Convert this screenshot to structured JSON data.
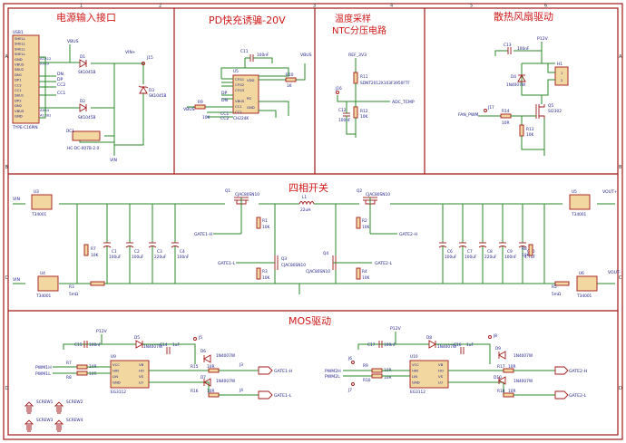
{
  "sections": {
    "power_input": "电源输入接口",
    "pd_trigger": "PD快充诱骗-20V",
    "temp_sampling_line1": "温度采样",
    "temp_sampling_line2": "NTC分压电路",
    "fan_drive": "散热风扇驱动",
    "four_switch": "四相开关",
    "mos_drive": "MOS驱动"
  },
  "grid": {
    "columns": [
      "1",
      "2",
      "3",
      "4",
      "5",
      "6"
    ],
    "rows": [
      "A",
      "B",
      "C",
      "D"
    ]
  },
  "power_input": {
    "usb_ref": "USB1",
    "usb_type": "TYPE-C16PIN",
    "usb_pins": [
      "SHELL",
      "SHELL",
      "SHELL",
      "SHELL",
      "GND",
      "VBUS",
      "SBU2",
      "DN1",
      "DP1",
      "CC2",
      "CC1",
      "SBU1",
      "DP2",
      "DN2",
      "VBUS",
      "GND"
    ],
    "usb_pin_numbers": [
      "",
      "",
      "",
      "",
      "A1B12",
      "A4B9",
      "",
      "",
      "",
      "",
      "",
      "",
      "",
      "",
      "A9B4",
      "A12B1"
    ],
    "nets": {
      "vbus": "VBUS",
      "dn": "DN",
      "dp": "DP",
      "cc2": "CC2",
      "cc1": "CC1",
      "vin": "VIN",
      "vinp": "VIN+"
    },
    "d1_ref": "D1",
    "d1_val": "SK1045B",
    "d2_ref": "D2",
    "d2_val": "SK1045B",
    "d3_ref": "D3",
    "d3_val": "SK1045B",
    "j15": "J15",
    "dc_ref": "DC1",
    "dc_val": "HC-DC-007B-2.0"
  },
  "pd_trigger": {
    "u_ref": "U5",
    "u_val": "CH224K",
    "pins_left": [
      "CFG1",
      "CFG2",
      "CFG3",
      "",
      "VBUS",
      "CC1",
      "CC2"
    ],
    "pins_right": [
      "VDD",
      "",
      "PG",
      "GND"
    ],
    "c_ref": "C11",
    "c_val": "100nF",
    "r10_ref": "R10",
    "r10_val": "1K",
    "r9_ref": "R9",
    "r9_val": "10K",
    "nets": {
      "vbus": "VBUS",
      "vbus2": "VBUS",
      "dp": "DP",
      "dn": "DN",
      "cc1": "CC1",
      "cc2": "CC2"
    }
  },
  "temp_sampling": {
    "net_ref": "REF_3V3",
    "r11_ref": "R11",
    "r11_val": "SDNT2012X103F3950FTF",
    "j16": "J16",
    "c12_ref": "C12",
    "c12_val": "100nF",
    "r12_ref": "R12",
    "r12_val": "10K",
    "adc_net": "ADC_TEMP"
  },
  "fan_drive": {
    "net_p12": "P12V",
    "c13_ref": "C13",
    "c13_val": "100nF",
    "d4_ref": "D4",
    "d4_val": "1N4007W",
    "h1_ref": "H1",
    "h1_pins": [
      "1",
      "2"
    ],
    "q5_ref": "Q5",
    "q5_val": "SI2302",
    "r14_ref": "R14",
    "r14_val": "10R",
    "r13_ref": "R13",
    "r13_val": "10K",
    "j17": "J17",
    "fan_net": "FAN_PWM"
  },
  "four_switch": {
    "u3_ref": "U3",
    "u3_val": "T34001",
    "u4_ref": "U4",
    "u4_val": "T34001",
    "u5_ref": "U5",
    "u5_val": "T34001",
    "u6_ref": "U6",
    "u6_val": "T34001",
    "r3_ref": "R3",
    "r3_val": "5mΩ",
    "r5_ref": "R5",
    "r5_val": "5mΩ",
    "q1_ref": "Q1",
    "q1_val": "CJAC80SN10",
    "q2_ref": "Q2",
    "q2_val": "CJAC80SN10",
    "q3_ref": "Q3",
    "q3_val": "CJAC80SN10",
    "q4_ref": "Q4",
    "q4_val": "CJAC80SN10",
    "l1_ref": "L1",
    "l1_val": "22uH",
    "r_gate": [
      {
        "ref": "R1",
        "val": "10K"
      },
      {
        "ref": "R2",
        "val": "10K"
      },
      {
        "ref": "R3",
        "val": "10K"
      },
      {
        "ref": "R4",
        "val": "10K"
      }
    ],
    "r7_ref": "R7",
    "r7_val": "10K",
    "r8_ref": "R8",
    "r8_val": "10K",
    "caps_left": [
      {
        "ref": "C1",
        "val": "100uF"
      },
      {
        "ref": "C2",
        "val": "100uF"
      },
      {
        "ref": "C3",
        "val": "220uF"
      },
      {
        "ref": "C4",
        "val": "100nF"
      }
    ],
    "caps_right": [
      {
        "ref": "C6",
        "val": "100uF"
      },
      {
        "ref": "C7",
        "val": "100uF"
      },
      {
        "ref": "C8",
        "val": "220uF"
      },
      {
        "ref": "C9",
        "val": "100nF"
      },
      {
        "ref": "C10",
        "val": "4.7uF"
      }
    ],
    "nets": {
      "vin": "VIN",
      "vin2": "VIN",
      "vout_p": "VOUT+",
      "vout_m": "VOUT-",
      "gate1h": "GATE1-H",
      "gate1l": "GATE1-L",
      "gate2h": "GATE2-H",
      "gate2l": "GATE2-L"
    }
  },
  "mos_drive": {
    "left": {
      "u_ref": "U9",
      "u_val": "EG3112",
      "pins_left": [
        "VCC",
        "HIN",
        "LIN",
        "GND"
      ],
      "pins_right": [
        "VB",
        "HO",
        "VS",
        "LO"
      ],
      "p12": "P12V",
      "c_vcc_ref": "C15",
      "c_vcc_val": "100nF",
      "c_boot_ref": "C14",
      "c_boot_val": "1uF",
      "d_boot_ref": "D5",
      "d_boot_val": "1N4007W",
      "pwm_h": "PWM1H",
      "pwm_l": "PWM1L",
      "r_h_ref": "R7",
      "r_h_val": "10R",
      "r_l_ref": "R8",
      "r_l_val": "10R",
      "d6_ref": "D6",
      "d6_val": "1N4007W",
      "d7_ref": "D7",
      "d7_val": "1N4007W",
      "r15_ref": "R15",
      "r15_val": "10R",
      "r16_ref": "R16",
      "r16_val": "10R",
      "j3": "J3",
      "j4": "J4",
      "j5": "J5",
      "gate_h": "GATE1-H",
      "gate_l": "GATE1-L"
    },
    "right": {
      "u_ref": "U10",
      "u_val": "EG3112",
      "pins_left": [
        "VCC",
        "HIN",
        "LIN",
        "GND"
      ],
      "pins_right": [
        "VB",
        "HO",
        "VS",
        "LO"
      ],
      "p12": "P12V",
      "c_vcc_ref": "C17",
      "c_vcc_val": "100nF",
      "c_boot_ref": "C16",
      "c_boot_val": "1uF",
      "d_boot_ref": "D8",
      "d_boot_val": "1N4007W",
      "pwm_h": "PWM2H",
      "pwm_l": "PWM2L",
      "r_h_ref": "R9",
      "r_h_val": "10R",
      "r_l_ref": "R10",
      "r_l_val": "10R",
      "d9_ref": "D9",
      "d9_val": "1N4007W",
      "d10_ref": "D10",
      "d10_val": "1N4007W",
      "r17_ref": "R17",
      "r17_val": "10R",
      "r18_ref": "R18",
      "r18_val": "10R",
      "j6": "J6",
      "j7": "J7",
      "j8": "J8",
      "gate_h": "GATE2-H",
      "gate_l": "GATE2-L"
    },
    "screws": [
      "SCREW1",
      "SCREW2",
      "SCREW3",
      "SCREW4"
    ]
  }
}
